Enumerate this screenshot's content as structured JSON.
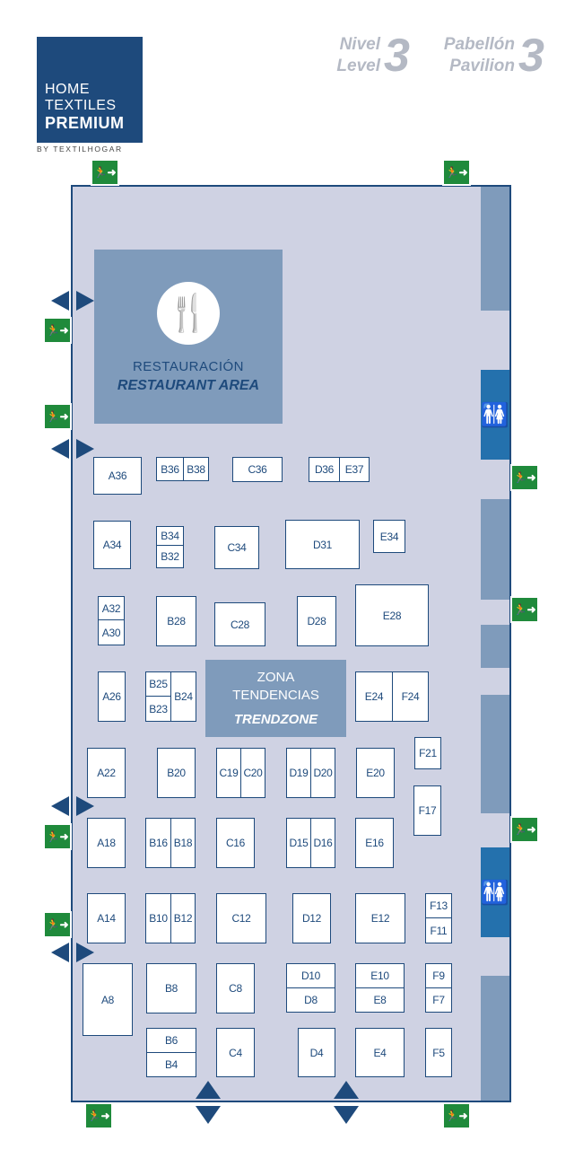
{
  "logo": {
    "line1": "HOME",
    "line2": "TEXTILES",
    "line3": "PREMIUM",
    "sub": "BY TEXTILHOGAR"
  },
  "level": {
    "label_es": "Nivel",
    "label_en": "Level",
    "number": "3"
  },
  "pavilion": {
    "label_es": "Pabellón",
    "label_en": "Pavilion",
    "number": "3"
  },
  "restaurant": {
    "label_es": "RESTAURACIÓN",
    "label_en": "RESTAURANT AREA",
    "icon": "cutlery-icon"
  },
  "trendzone": {
    "line1": "ZONA",
    "line2": "TENDENCIAS",
    "line3": "TRENDZONE"
  },
  "icons": {
    "exit": "emergency-exit-icon",
    "toilets": "toilets-icon",
    "entrance": "entrance-arrow-icon"
  },
  "colors": {
    "brand": "#1e4a7c",
    "hall_floor": "#cfd2e3",
    "wall_block": "#7f9bbb",
    "toilets": "#2471ad",
    "exit_sign": "#1f8a3b"
  },
  "booths": [
    {
      "id": "A36"
    },
    {
      "id": "B36"
    },
    {
      "id": "B38"
    },
    {
      "id": "C36"
    },
    {
      "id": "D36"
    },
    {
      "id": "E37"
    },
    {
      "id": "A34"
    },
    {
      "id": "B34"
    },
    {
      "id": "B32"
    },
    {
      "id": "C34"
    },
    {
      "id": "D31"
    },
    {
      "id": "E34"
    },
    {
      "id": "A32"
    },
    {
      "id": "A30"
    },
    {
      "id": "B28"
    },
    {
      "id": "C28"
    },
    {
      "id": "D28"
    },
    {
      "id": "E28"
    },
    {
      "id": "A26"
    },
    {
      "id": "B25"
    },
    {
      "id": "B23"
    },
    {
      "id": "B24"
    },
    {
      "id": "E24"
    },
    {
      "id": "F24"
    },
    {
      "id": "A22"
    },
    {
      "id": "B20"
    },
    {
      "id": "C19"
    },
    {
      "id": "C20"
    },
    {
      "id": "D19"
    },
    {
      "id": "D20"
    },
    {
      "id": "E20"
    },
    {
      "id": "F21"
    },
    {
      "id": "F17"
    },
    {
      "id": "A18"
    },
    {
      "id": "B16"
    },
    {
      "id": "B18"
    },
    {
      "id": "C16"
    },
    {
      "id": "D15"
    },
    {
      "id": "D16"
    },
    {
      "id": "E16"
    },
    {
      "id": "A14"
    },
    {
      "id": "B10"
    },
    {
      "id": "B12"
    },
    {
      "id": "C12"
    },
    {
      "id": "D12"
    },
    {
      "id": "E12"
    },
    {
      "id": "F13"
    },
    {
      "id": "F11"
    },
    {
      "id": "A8"
    },
    {
      "id": "B8"
    },
    {
      "id": "C8"
    },
    {
      "id": "D10"
    },
    {
      "id": "D8"
    },
    {
      "id": "E10"
    },
    {
      "id": "E8"
    },
    {
      "id": "F9"
    },
    {
      "id": "F7"
    },
    {
      "id": "B6"
    },
    {
      "id": "B4"
    },
    {
      "id": "C4"
    },
    {
      "id": "D4"
    },
    {
      "id": "E4"
    },
    {
      "id": "F5"
    }
  ]
}
